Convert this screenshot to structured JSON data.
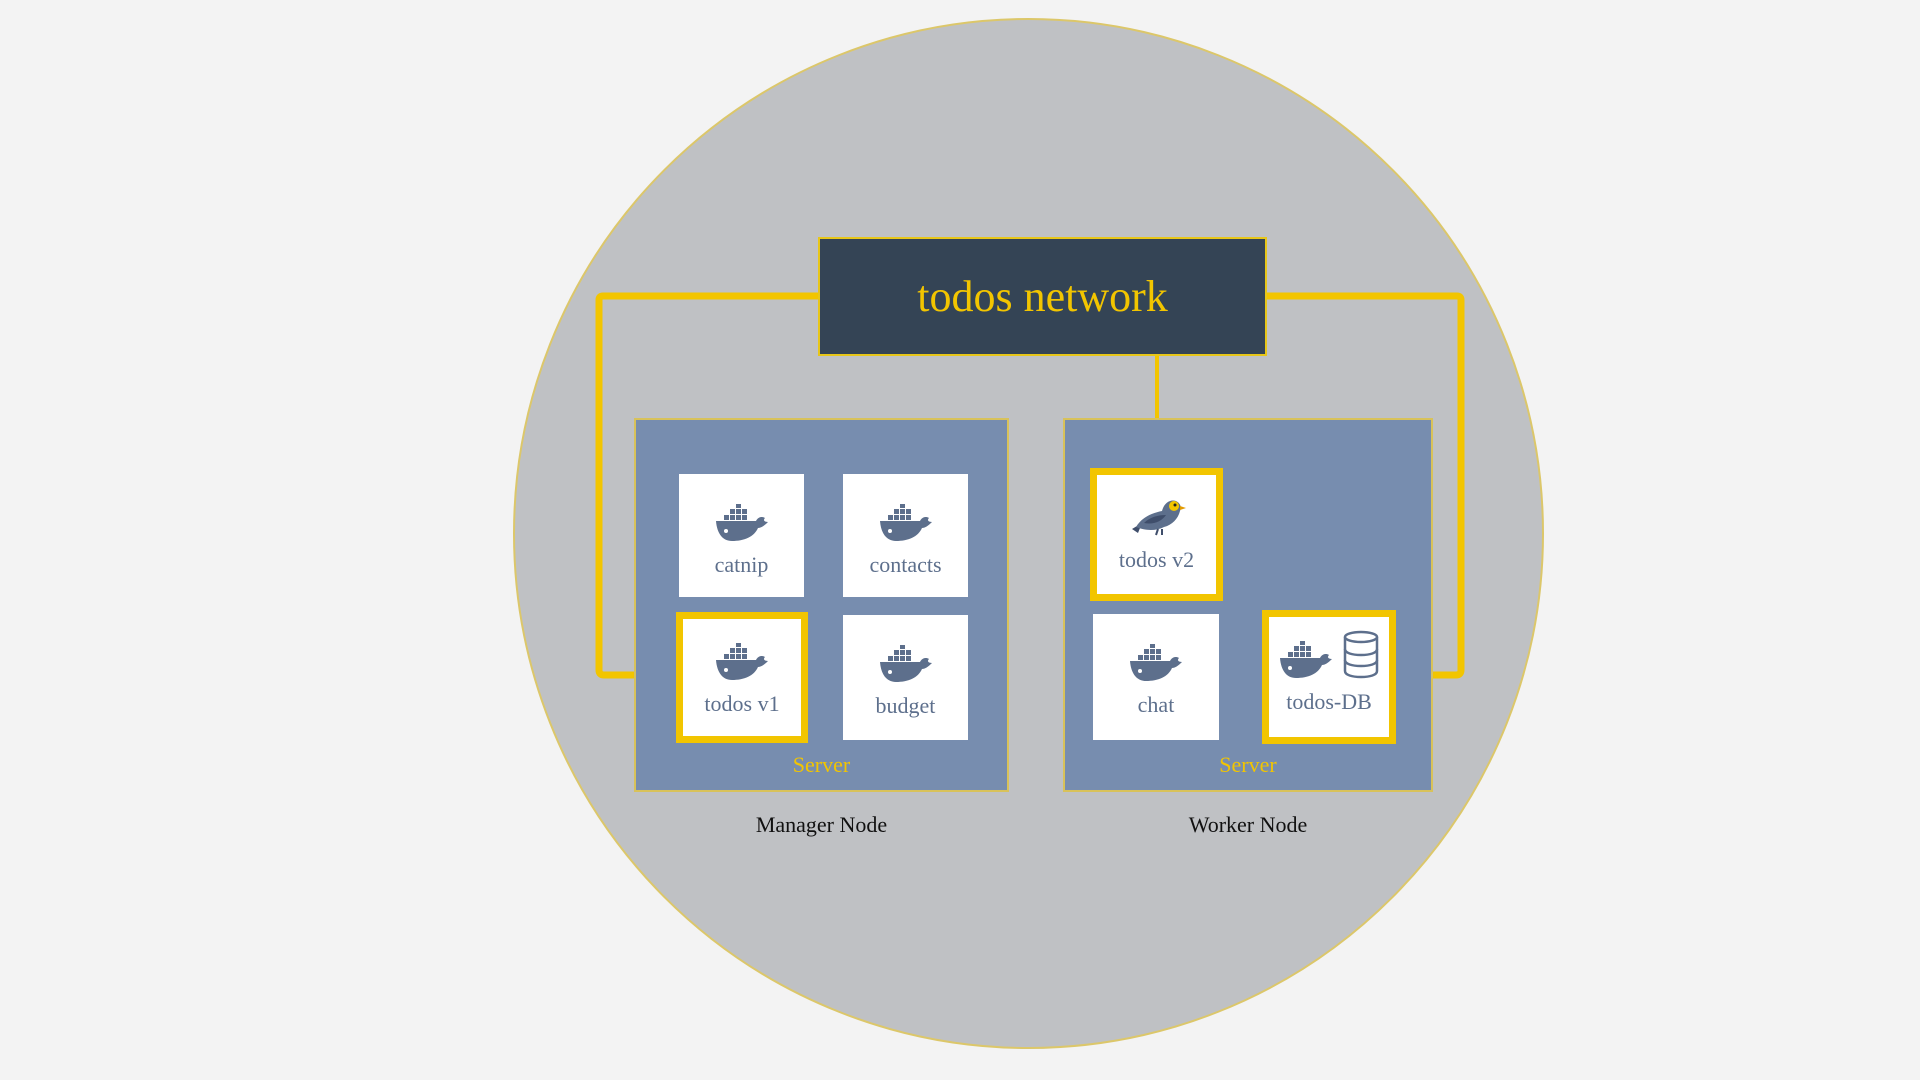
{
  "network": {
    "title": "todos network"
  },
  "managerNode": {
    "label": "Manager Node",
    "server_label": "Server",
    "services": [
      {
        "name": "catnip",
        "icon": "docker-whale-icon",
        "highlighted": false
      },
      {
        "name": "contacts",
        "icon": "docker-whale-icon",
        "highlighted": false
      },
      {
        "name": "todos v1",
        "icon": "docker-whale-icon",
        "highlighted": true
      },
      {
        "name": "budget",
        "icon": "docker-whale-icon",
        "highlighted": false
      }
    ]
  },
  "workerNode": {
    "label": "Worker Node",
    "server_label": "Server",
    "services": [
      {
        "name": "todos v2",
        "icon": "bird-icon",
        "highlighted": true
      },
      {
        "name": "chat",
        "icon": "docker-whale-icon",
        "highlighted": false
      },
      {
        "name": "todos-DB",
        "icon": "docker-whale-icon",
        "extra_icon": "database-icon",
        "highlighted": true
      }
    ]
  },
  "colors": {
    "network_bg": "#344455",
    "accent_yellow": "#f2c500",
    "server_bg": "#778daf",
    "circle_bg": "#bfc1c4"
  }
}
